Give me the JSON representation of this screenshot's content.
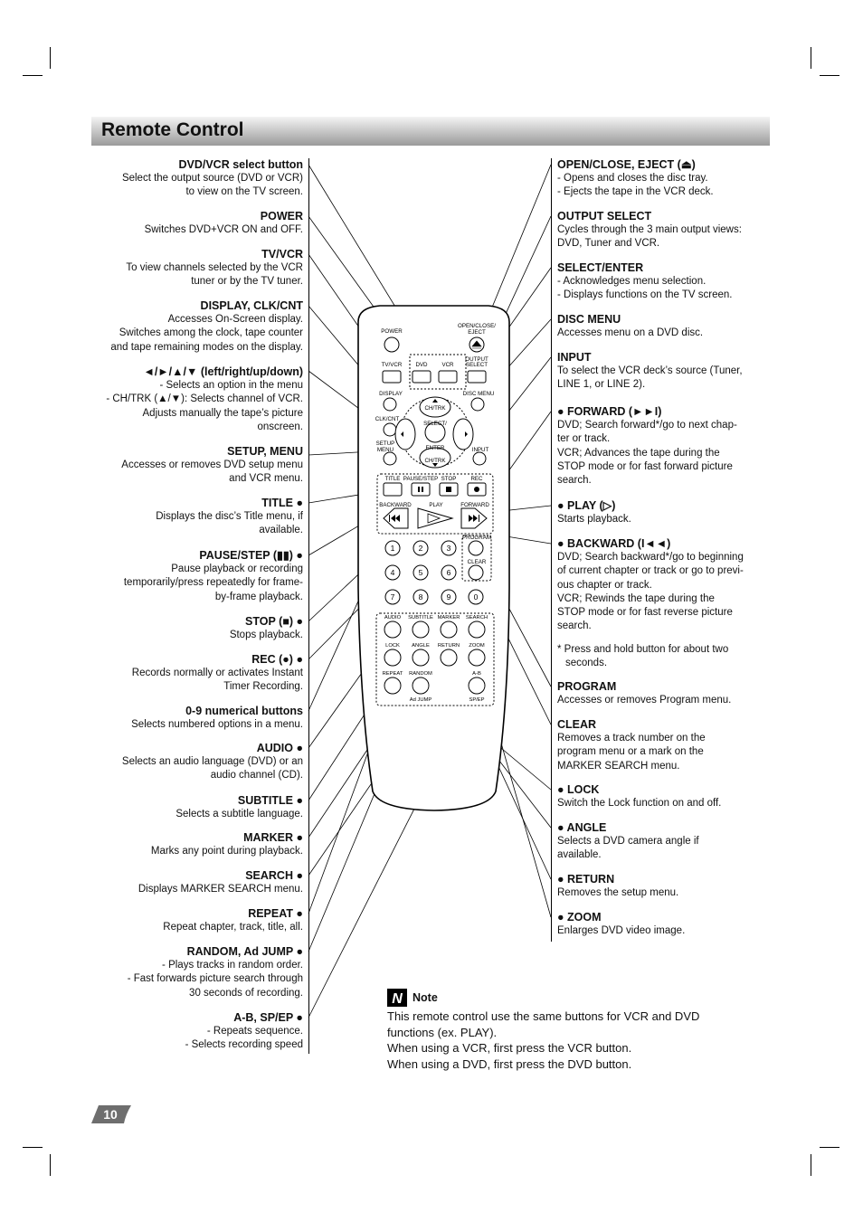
{
  "page": {
    "title": "Remote Control",
    "page_number": "10"
  },
  "left_items": [
    {
      "head": "DVD/VCR select button",
      "lines": [
        "Select the output source (DVD or VCR)",
        "to view on the TV screen."
      ]
    },
    {
      "head": "POWER",
      "lines": [
        "Switches DVD+VCR ON and OFF."
      ]
    },
    {
      "head": "TV/VCR",
      "lines": [
        "To view channels selected by the VCR",
        "tuner or by the TV tuner."
      ]
    },
    {
      "head": "DISPLAY, CLK/CNT",
      "lines": [
        "Accesses On-Screen display.",
        "Switches among the clock, tape counter",
        "and tape remaining modes on the display."
      ]
    },
    {
      "head": "◄/►/▲/▼ (left/right/up/down)",
      "lines": [
        "- Selects an option in the menu",
        "- CH/TRK (▲/▼): Selects channel of VCR.",
        "Adjusts manually the tape’s picture",
        "onscreen."
      ]
    },
    {
      "head": "SETUP, MENU",
      "lines": [
        "Accesses or removes DVD setup menu",
        "and VCR menu."
      ]
    },
    {
      "head": "TITLE ●",
      "lines": [
        "Displays the disc’s Title menu, if",
        "available."
      ]
    },
    {
      "head": "PAUSE/STEP (▮▮) ●",
      "lines": [
        "Pause playback or recording",
        "temporarily/press repeatedly for frame-",
        "by-frame playback."
      ]
    },
    {
      "head": "STOP (■) ●",
      "lines": [
        "Stops playback."
      ]
    },
    {
      "head": "REC (●) ●",
      "lines": [
        "Records normally or activates Instant",
        "Timer Recording."
      ]
    },
    {
      "head": "0-9 numerical buttons",
      "lines": [
        "Selects numbered options in a menu."
      ]
    },
    {
      "head": "AUDIO ●",
      "lines": [
        "Selects an audio language (DVD) or an",
        "audio channel (CD)."
      ]
    },
    {
      "head": "SUBTITLE ●",
      "lines": [
        "Selects a subtitle language."
      ]
    },
    {
      "head": "MARKER ●",
      "lines": [
        "Marks any point during playback."
      ]
    },
    {
      "head": "SEARCH ●",
      "lines": [
        "Displays MARKER SEARCH menu."
      ]
    },
    {
      "head": "REPEAT ●",
      "lines": [
        "Repeat chapter, track, title, all."
      ]
    },
    {
      "head": "RANDOM, Ad JUMP ●",
      "lines": [
        "- Plays tracks in random order.",
        "- Fast forwards picture search through",
        "30 seconds of recording."
      ]
    },
    {
      "head": "A-B, SP/EP ●",
      "lines": [
        "- Repeats sequence.",
        "- Selects recording speed"
      ]
    }
  ],
  "right_items": [
    {
      "head": "OPEN/CLOSE, EJECT (⏏)",
      "lines": [
        "- Opens and closes the disc tray.",
        "- Ejects the tape in the VCR deck."
      ]
    },
    {
      "head": "OUTPUT SELECT",
      "lines": [
        "Cycles through the 3 main output views:",
        "DVD, Tuner and VCR."
      ]
    },
    {
      "head": "SELECT/ENTER",
      "lines": [
        "- Acknowledges menu selection.",
        "- Displays functions on the TV screen."
      ]
    },
    {
      "head": "DISC MENU",
      "lines": [
        "Accesses menu on a DVD disc."
      ]
    },
    {
      "head": "INPUT",
      "lines": [
        "To select the VCR deck’s source (Tuner,",
        "LINE 1, or LINE 2)."
      ]
    },
    {
      "head": "● FORWARD (►►I)",
      "lines": [
        "DVD; Search forward*/go to next chap-",
        "ter or track.",
        "VCR; Advances the tape during the",
        "STOP mode or for fast forward picture",
        "search."
      ]
    },
    {
      "head": "● PLAY (▷)",
      "lines": [
        "Starts playback."
      ]
    },
    {
      "head": "● BACKWARD (I◄◄)",
      "lines": [
        "DVD; Search backward*/go to beginning",
        "of current chapter or track or go to previ-",
        "ous chapter or track.",
        "VCR; Rewinds the tape during the",
        "STOP mode or for fast reverse picture",
        "search."
      ]
    },
    {
      "head": "",
      "lines": [
        "* Press and hold button for about two",
        "seconds."
      ]
    },
    {
      "head": "PROGRAM",
      "lines": [
        "Accesses or removes Program menu."
      ]
    },
    {
      "head": "CLEAR",
      "lines": [
        "Removes a track number on the",
        "program menu or a mark on the",
        "MARKER SEARCH menu."
      ]
    },
    {
      "head": "● LOCK",
      "lines": [
        "Switch the Lock function on and off."
      ]
    },
    {
      "head": "● ANGLE",
      "lines": [
        "Selects a DVD camera angle if",
        "available."
      ]
    },
    {
      "head": "● RETURN",
      "lines": [
        "Removes the setup menu."
      ]
    },
    {
      "head": "● ZOOM",
      "lines": [
        "Enlarges DVD video image."
      ]
    }
  ],
  "note": {
    "heading": "Note",
    "lines": [
      "This remote control use the same buttons for VCR and DVD",
      "functions (ex. PLAY).",
      "When using a VCR, first press the VCR button.",
      "When using a DVD, first press the DVD button."
    ]
  },
  "remote": {
    "power": "POWER",
    "open_close": "OPEN/CLOSE/",
    "eject": "EJECT",
    "tv_vcr": "TV/VCR",
    "dvd": "DVD",
    "vcr": "VCR",
    "output": "OUTPUT",
    "select_word": "SELECT",
    "display": "DISPLAY",
    "disc_menu": "DISC MENU",
    "clk_cnt": "CLK/CNT",
    "ch_trk": "CH/TRK",
    "select": "SELECT/",
    "enter": "ENTER",
    "setup": "SETUP",
    "menu": "MENU",
    "input": "INPUT",
    "title": "TITLE",
    "pause_step": "PAUSE/STEP",
    "stop": "STOP",
    "rec": "REC",
    "backward": "BACKWARD",
    "play": "PLAY",
    "forward": "FORWARD",
    "program": "PROGRAM",
    "clear": "CLEAR",
    "digits": [
      "1",
      "2",
      "3",
      "4",
      "5",
      "6",
      "7",
      "8",
      "9",
      "0"
    ],
    "audio": "AUDIO",
    "subtitle": "SUBTITLE",
    "marker": "MARKER",
    "search": "SEARCH",
    "lock": "LOCK",
    "angle": "ANGLE",
    "return": "RETURN",
    "zoom": "ZOOM",
    "repeat": "REPEAT",
    "random": "RANDOM",
    "ab": "A-B",
    "ad_jump": "Ad JUMP",
    "sp_ep": "SP/EP"
  }
}
